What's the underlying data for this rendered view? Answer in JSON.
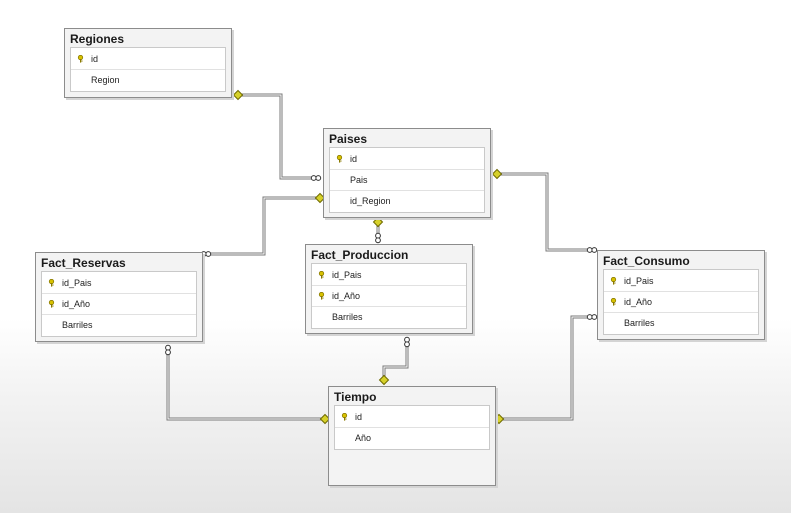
{
  "diagram": {
    "tables": [
      {
        "id": "regiones",
        "title": "Regiones",
        "columns": [
          {
            "name": "id",
            "pk": true
          },
          {
            "name": "Region",
            "pk": false
          }
        ]
      },
      {
        "id": "paises",
        "title": "Paises",
        "columns": [
          {
            "name": "id",
            "pk": true
          },
          {
            "name": "Pais",
            "pk": false
          },
          {
            "name": "id_Region",
            "pk": false
          }
        ]
      },
      {
        "id": "fact_reservas",
        "title": "Fact_Reservas",
        "columns": [
          {
            "name": "id_Pais",
            "pk": true
          },
          {
            "name": "id_Año",
            "pk": true
          },
          {
            "name": "Barriles",
            "pk": false
          }
        ]
      },
      {
        "id": "fact_produccion",
        "title": "Fact_Produccion",
        "columns": [
          {
            "name": "id_Pais",
            "pk": true
          },
          {
            "name": "id_Año",
            "pk": true
          },
          {
            "name": "Barriles",
            "pk": false
          }
        ]
      },
      {
        "id": "fact_consumo",
        "title": "Fact_Consumo",
        "columns": [
          {
            "name": "id_Pais",
            "pk": true
          },
          {
            "name": "id_Año",
            "pk": true
          },
          {
            "name": "Barriles",
            "pk": false
          }
        ]
      },
      {
        "id": "tiempo",
        "title": "Tiempo",
        "columns": [
          {
            "name": "id",
            "pk": true
          },
          {
            "name": "Año",
            "pk": false
          }
        ]
      }
    ],
    "relationships": [
      {
        "from": "regiones",
        "to": "paises",
        "one_side": "regiones",
        "many_side": "paises"
      },
      {
        "from": "paises",
        "to": "fact_reservas",
        "one_side": "paises",
        "many_side": "fact_reservas"
      },
      {
        "from": "paises",
        "to": "fact_produccion",
        "one_side": "paises",
        "many_side": "fact_produccion"
      },
      {
        "from": "paises",
        "to": "fact_consumo",
        "one_side": "paises",
        "many_side": "fact_consumo"
      },
      {
        "from": "tiempo",
        "to": "fact_reservas",
        "one_side": "tiempo",
        "many_side": "fact_reservas"
      },
      {
        "from": "tiempo",
        "to": "fact_produccion",
        "one_side": "tiempo",
        "many_side": "fact_produccion"
      },
      {
        "from": "tiempo",
        "to": "fact_consumo",
        "one_side": "tiempo",
        "many_side": "fact_consumo"
      }
    ],
    "icons": {
      "primary_key": "key-icon",
      "one_end": "key-connector-icon",
      "many_end": "infinity-icon"
    },
    "colors": {
      "key": "#c8b400",
      "connector": "#d6d12a",
      "line": "#7a7a7a"
    }
  }
}
